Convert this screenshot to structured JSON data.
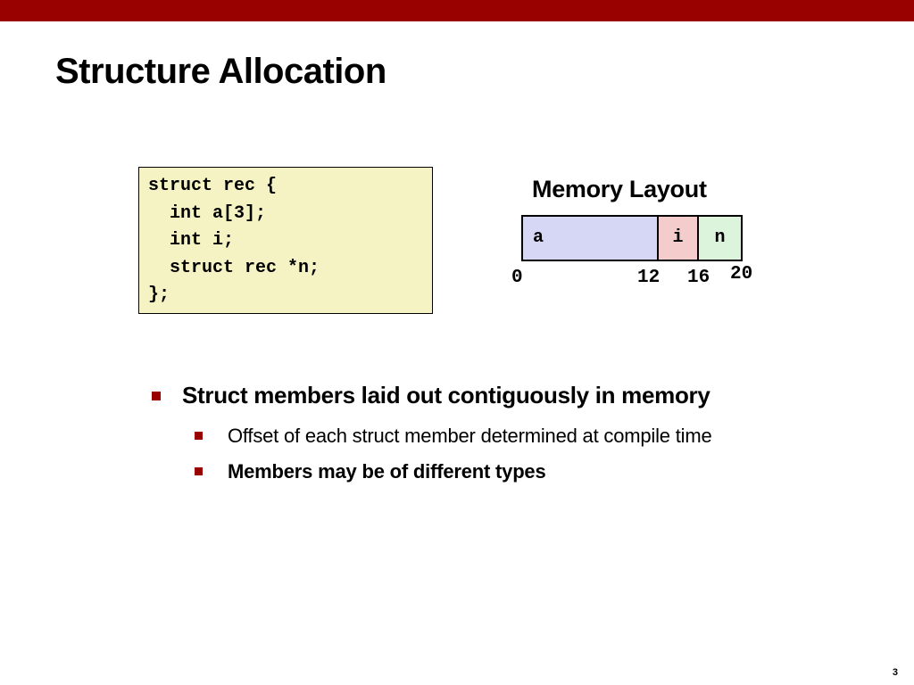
{
  "slide": {
    "title": "Structure Allocation",
    "page_number": "3",
    "accent_color": "#990000"
  },
  "code": {
    "lines": [
      "struct rec {",
      "  int a[3];",
      "  int i;",
      "  struct rec *n;",
      "};"
    ],
    "background_color": "#f5f3c3"
  },
  "memory_layout": {
    "title": "Memory Layout",
    "fields": [
      {
        "label": "a",
        "color": "#d6d6f5"
      },
      {
        "label": "i",
        "color": "#f4cccc"
      },
      {
        "label": "n",
        "color": "#dcf3dc"
      }
    ],
    "offsets": [
      "0",
      "12",
      "16",
      "20"
    ]
  },
  "bullets": {
    "main": "Struct members laid out contiguously in memory",
    "sub": [
      "Offset of each struct member determined at compile time",
      "Members may be of different types"
    ],
    "bullet_icon": "square-bullet-icon"
  }
}
